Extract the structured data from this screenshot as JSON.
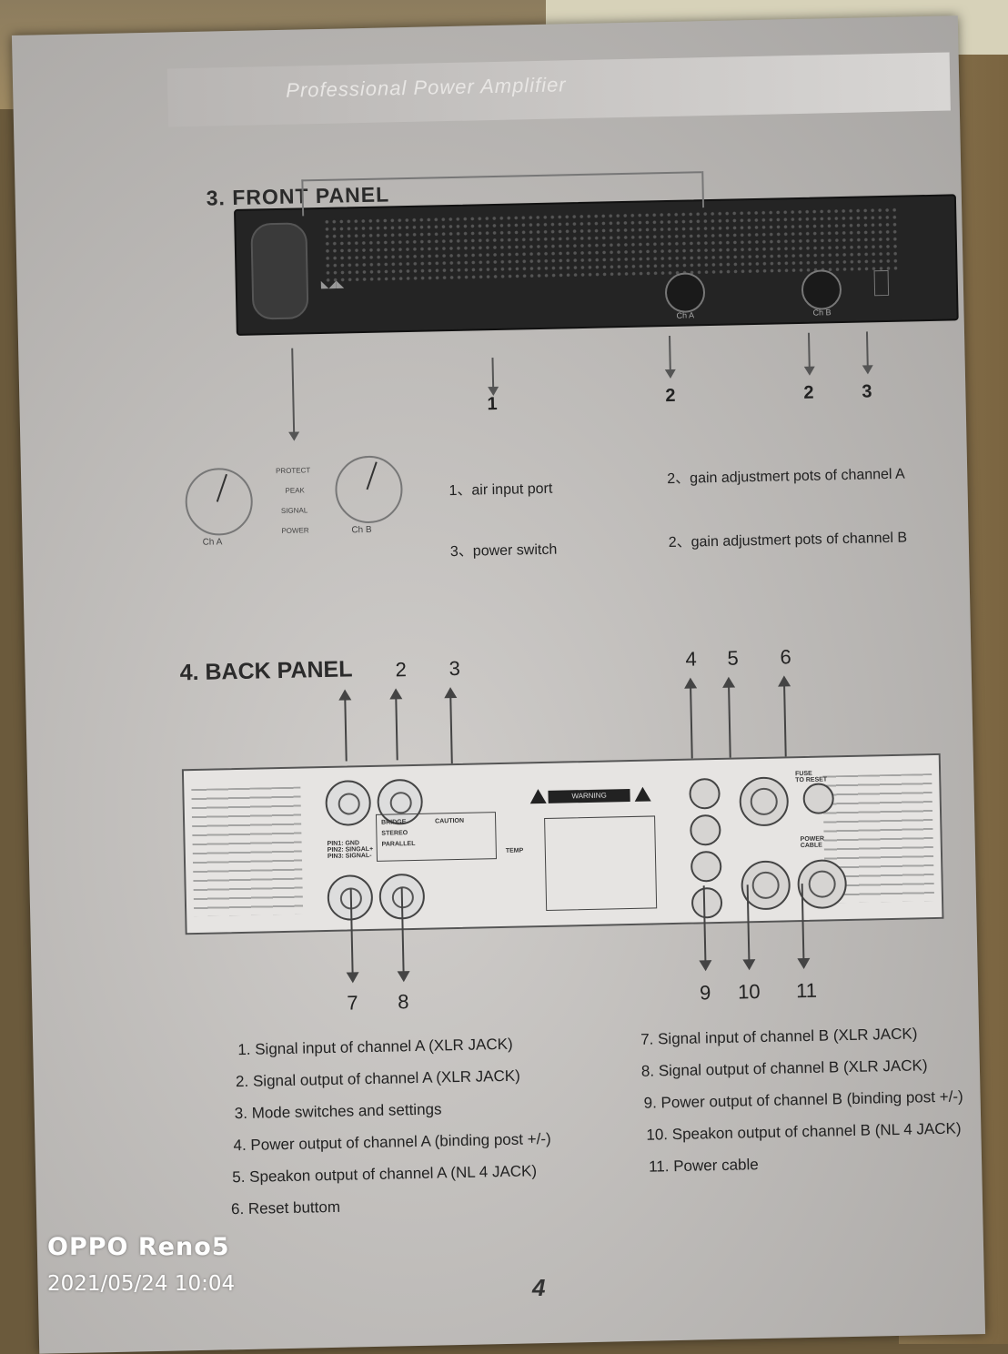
{
  "header": {
    "band_text": "Professional Power Amplifier"
  },
  "front_panel": {
    "title": "3.  FRONT PANEL",
    "callouts": [
      "1",
      "2",
      "2",
      "3"
    ],
    "knob_a_label": "Ch A",
    "knob_b_label": "Ch B",
    "indicators": [
      "PROTECT",
      "PEAK",
      "SIGNAL",
      "POWER"
    ],
    "descriptions": {
      "d1": "1、air input port",
      "d2a": "2、gain adjustmert pots of channel A",
      "d3": "3、power switch",
      "d2b": "2、gain adjustmert pots of channel B"
    }
  },
  "back_panel": {
    "title": "4.  BACK PANEL",
    "top_callouts": [
      "2",
      "3",
      "4",
      "5",
      "6"
    ],
    "bottom_callouts": [
      "7",
      "8",
      "9",
      "10",
      "11"
    ],
    "labels": {
      "warning": "WARNING",
      "pins": "PIN1: GND\nPIN2: SINGAL+\nPIN3: SIGNAL-",
      "bridge": "BRIDGE",
      "stereo": "STEREO",
      "parallel": "PARALLEL",
      "caution": "CAUTION",
      "temp": "TEMP",
      "fuse": "FUSE\nTO RESET",
      "power": "POWER\nCABLE"
    }
  },
  "parts_list": {
    "left": [
      "1. Signal input of channel A (XLR JACK)",
      "2. Signal output of channel A (XLR JACK)",
      "3. Mode switches and settings",
      "4. Power output of channel A (binding post +/-)",
      "5. Speakon output of channel A (NL 4 JACK)",
      "6. Reset buttom"
    ],
    "right": [
      "7. Signal input of channel B (XLR JACK)",
      "8. Signal output of channel B (XLR JACK)",
      "9. Power output of channel B (binding post +/-)",
      "10. Speakon output of channel B (NL 4 JACK)",
      "11. Power cable"
    ]
  },
  "page_number": "4",
  "camera_overlay": {
    "device": "OPPO Reno5",
    "timestamp": "2021/05/24 10:04"
  }
}
